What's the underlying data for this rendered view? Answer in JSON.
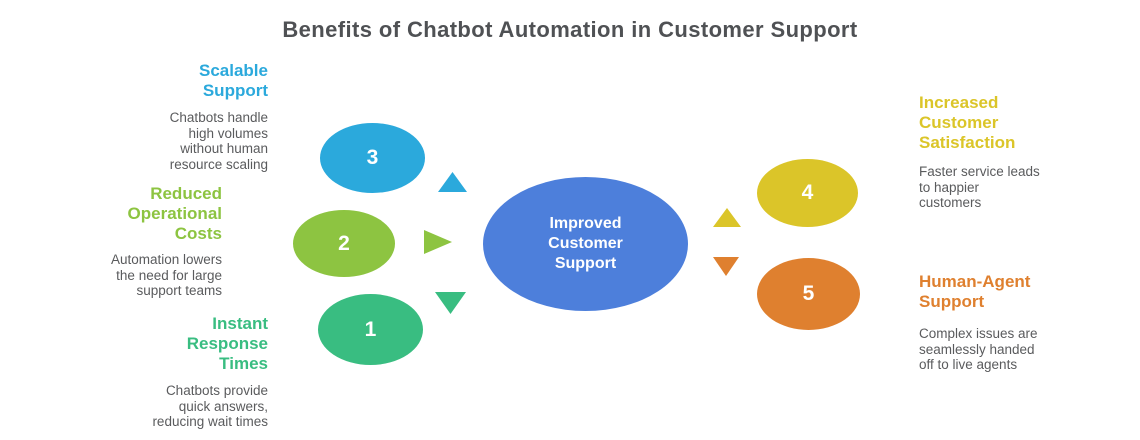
{
  "title": "Benefits of Chatbot Automation in Customer Support",
  "colors": {
    "title_text": "#4f5154",
    "body_text": "#5a5b5d",
    "center_blue": "#4d7fdb",
    "emerald": "#39bd81",
    "green": "#8dc441",
    "cyan": "#2ba9dc",
    "yellow": "#dbc529",
    "orange": "#df802f"
  },
  "center": {
    "label": "Improved\nCustomer\nSupport",
    "color": "#4d7fdb"
  },
  "items": [
    {
      "number": "1",
      "color": "#39bd81",
      "heading": "Instant\nResponse\nTimes",
      "description": "Chatbots provide\nquick answers,\nreducing wait times",
      "arrow_direction": "down"
    },
    {
      "number": "2",
      "color": "#8dc441",
      "heading": "Reduced\nOperational\nCosts",
      "description": "Automation lowers\nthe need for large\nsupport teams",
      "arrow_direction": "right"
    },
    {
      "number": "3",
      "color": "#2ba9dc",
      "heading": "Scalable\nSupport",
      "description": "Chatbots handle\nhigh volumes\nwithout human\nresource scaling",
      "arrow_direction": "up"
    },
    {
      "number": "4",
      "color": "#dbc529",
      "heading": "Increased\nCustomer\nSatisfaction",
      "description": "Faster service leads\nto happier\ncustomers",
      "arrow_direction": "up"
    },
    {
      "number": "5",
      "color": "#df802f",
      "heading": "Human-Agent\nSupport",
      "description": "Complex issues are\nseamlessly handed\noff to live agents",
      "arrow_direction": "down"
    }
  ]
}
